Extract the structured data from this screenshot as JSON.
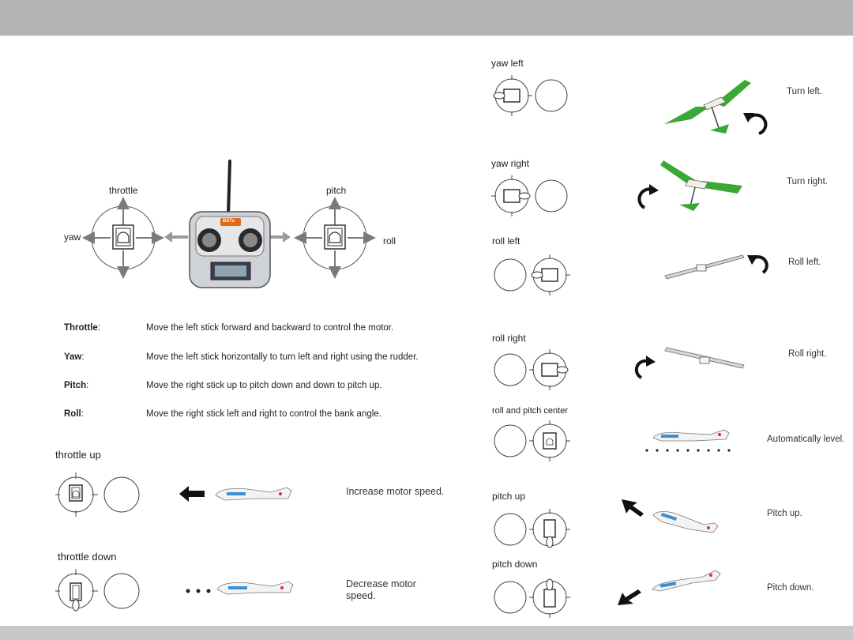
{
  "diagram": {
    "throttle": "throttle",
    "yaw": "yaw",
    "pitch": "pitch",
    "roll": "roll",
    "transmitter_brand": "DX7s"
  },
  "controls": [
    {
      "term": "Throttle",
      "desc": "Move the left stick forward and backward to control the motor."
    },
    {
      "term": "Yaw",
      "desc": "Move the left stick horizontally to turn left and right using the rudder."
    },
    {
      "term": "Pitch",
      "desc": "Move the right stick up to pitch down and down to pitch up."
    },
    {
      "term": "Roll",
      "desc": "Move the right stick left and right to control the bank angle."
    }
  ],
  "left_maneuvers": [
    {
      "title": "throttle up",
      "result": "Increase motor speed."
    },
    {
      "title": "throttle down",
      "result": "Decrease motor speed."
    }
  ],
  "right_maneuvers": [
    {
      "title": "yaw left",
      "result": "Turn left."
    },
    {
      "title": "yaw right",
      "result": "Turn right."
    },
    {
      "title": "roll left",
      "result": "Roll left."
    },
    {
      "title": "roll right",
      "result": "Roll right."
    },
    {
      "title": "roll and pitch center",
      "result": "Automatically level."
    },
    {
      "title": "pitch up",
      "result": "Pitch up."
    },
    {
      "title": "pitch down",
      "result": "Pitch down."
    }
  ],
  "colors": {
    "arrow": "#7a7a7a",
    "plane_green": "#3aa835",
    "header_bar": "#b4b4b4",
    "footer_bar": "#c8c8c8"
  }
}
